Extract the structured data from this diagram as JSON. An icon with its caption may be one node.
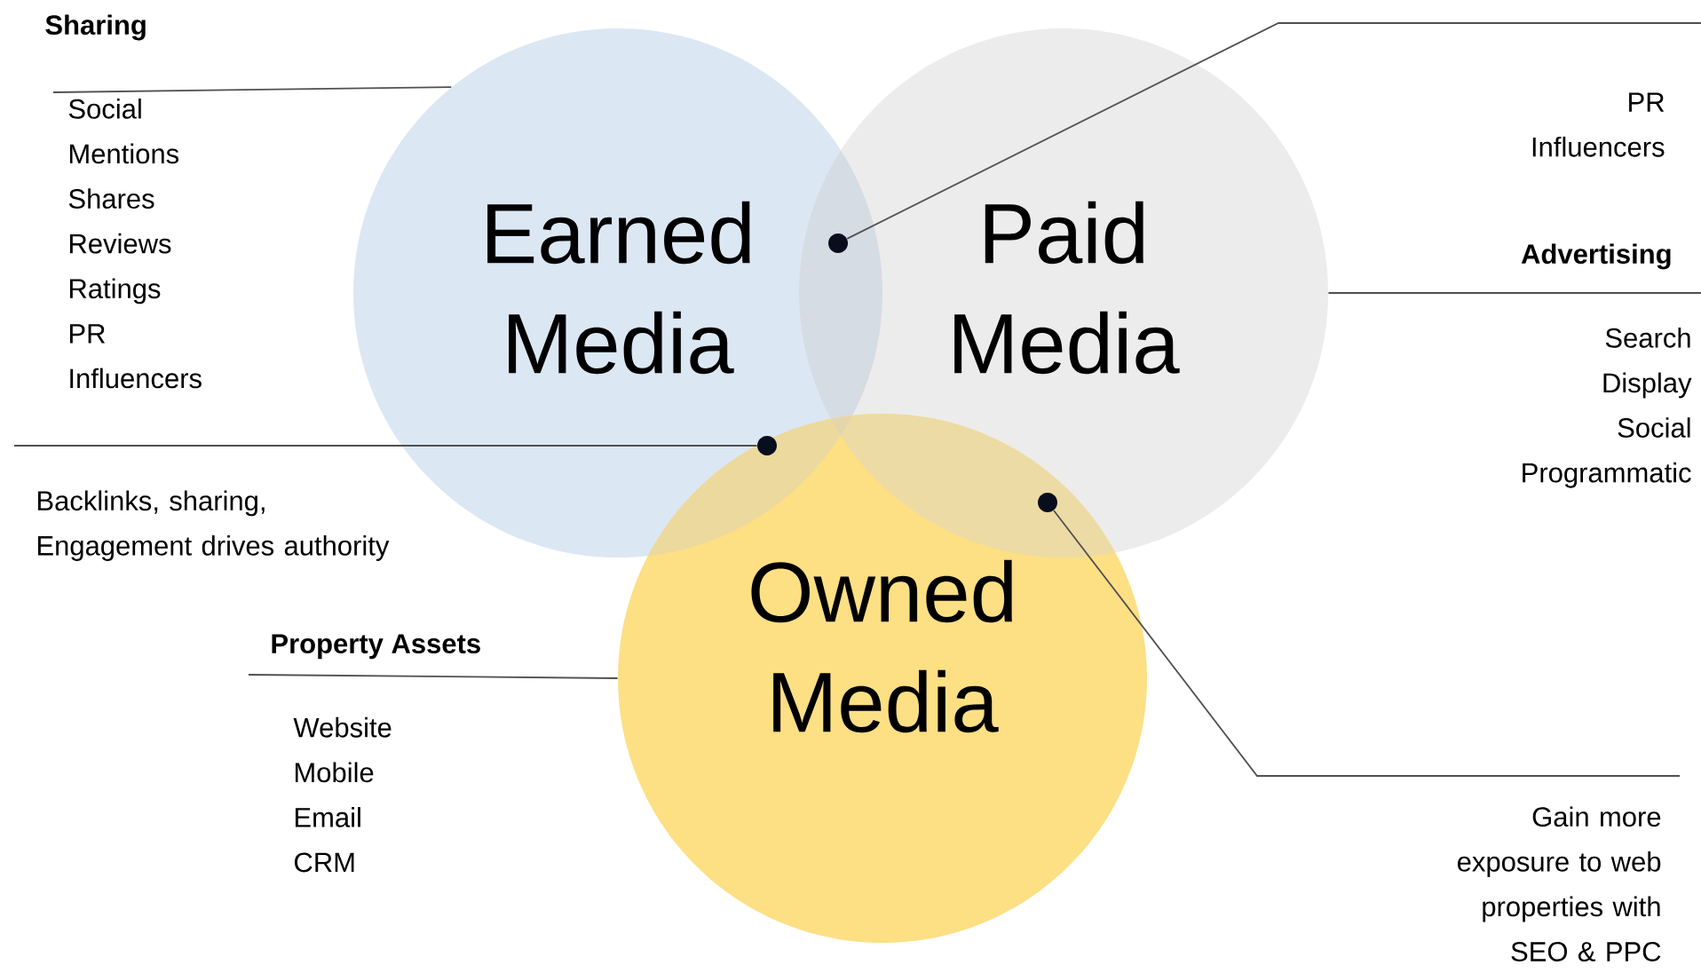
{
  "diagram": {
    "nodes": [
      {
        "text": [
          "Earned Media"
        ]
      },
      {
        "text": [
          "Paid Media"
        ]
      },
      {
        "text": [
          "Owned Media"
        ]
      },
      {
        "text": [
          "Sharing",
          "Social",
          "Mentions",
          "Shares",
          "Reviews",
          "Ratings",
          "PR",
          "Influencers"
        ]
      },
      {
        "text": [
          "PR",
          "Influencers"
        ]
      },
      {
        "text": [
          "Advertising",
          "Search",
          "Display",
          "Social",
          "Programmatic"
        ]
      },
      {
        "text": [
          "Backlinks, sharing, Engagement drives authority"
        ]
      },
      {
        "text": [
          "Property Assets",
          "Website",
          "Mobile",
          "Email",
          "CRM"
        ]
      },
      {
        "text": [
          "Gain more exposure to web properties with SEO & PPC"
        ]
      },
      {
        "text": [],
        "shape": "circle"
      },
      {
        "text": [],
        "shape": "circle"
      },
      {
        "text": [],
        "shape": "circle"
      }
    ],
    "edges": [
      {
        "from": 3,
        "to": 0,
        "arrow": "none"
      },
      {
        "from": 4,
        "to": 9,
        "arrow": "none"
      },
      {
        "from": 5,
        "to": 1,
        "arrow": "none"
      },
      {
        "from": 6,
        "to": 10,
        "arrow": "none"
      },
      {
        "from": 7,
        "to": 2,
        "arrow": "none"
      },
      {
        "from": 8,
        "to": 11,
        "arrow": "none"
      }
    ]
  }
}
